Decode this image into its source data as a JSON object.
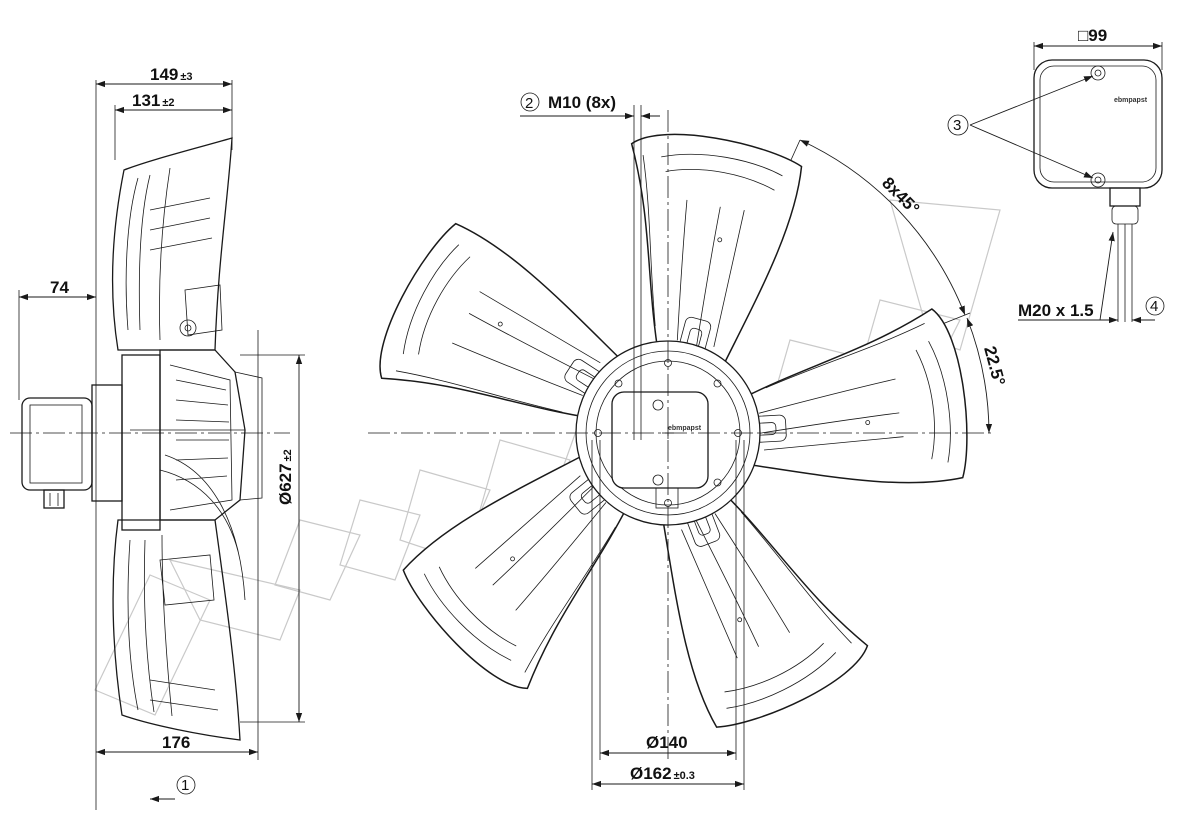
{
  "dimensions": {
    "overall_depth": {
      "value": "149",
      "tol": "±3"
    },
    "hub_depth": {
      "value": "131",
      "tol": "±2"
    },
    "box_offset": "74",
    "outer_diameter": {
      "value": "Ø627",
      "tol": "±2"
    },
    "base_depth": "176",
    "mounting_thread": "M10 (8x)",
    "bolt_spacing": "8x45°",
    "offset_angle": "22.5°",
    "inner_diameter": "Ø140",
    "flange_diameter": {
      "value": "Ø162",
      "tol": "±0.3"
    },
    "box_size": "□99",
    "cable_gland": "M20 x 1.5"
  },
  "balloons": {
    "b1": "1",
    "b2": "2",
    "b3": "3",
    "b4": "4"
  },
  "brand_label": "ebmpapst",
  "colors": {
    "line": "#1a1a1a",
    "watermark": "#c9c9c9",
    "background": "#ffffff"
  }
}
